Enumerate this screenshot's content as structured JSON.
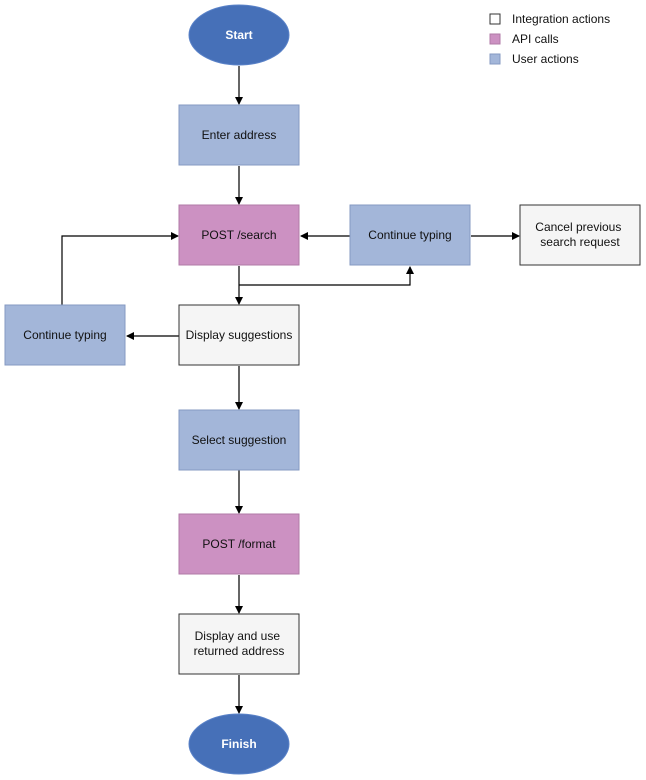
{
  "colors": {
    "terminal_fill": "#4670b8",
    "terminal_stroke": "#5a82c8",
    "user_fill": "#a3b6d9",
    "user_stroke": "#8499c2",
    "api_fill": "#cc91c2",
    "api_stroke": "#b07aa7",
    "integration_fill": "#f5f5f5",
    "integration_stroke": "#333333",
    "arrow": "#000000",
    "text": "#111111",
    "terminal_text": "#ffffff"
  },
  "legend": {
    "integration": "Integration actions",
    "api": "API calls",
    "user": "User actions"
  },
  "nodes": {
    "start": "Start",
    "enter_address": "Enter address",
    "post_search": "POST /search",
    "continue_typing_right": "Continue typing",
    "cancel_request": [
      "Cancel previous",
      "search request"
    ],
    "continue_typing_left": "Continue typing",
    "display_suggestions": "Display suggestions",
    "select_suggestion": "Select suggestion",
    "post_format": "POST /format",
    "display_use": [
      "Display and use",
      "returned address"
    ],
    "finish": "Finish"
  }
}
